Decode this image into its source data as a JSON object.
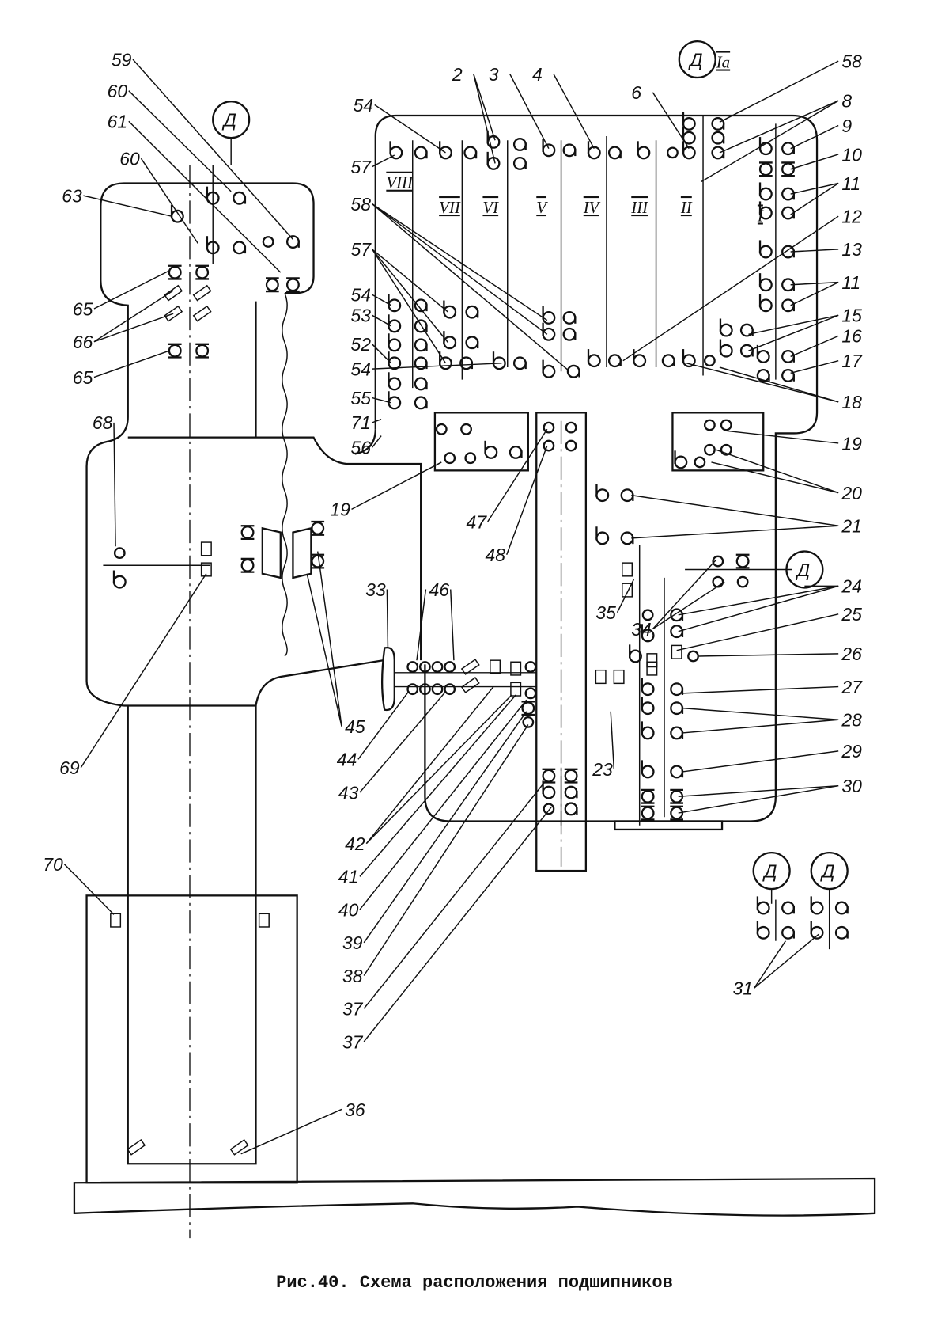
{
  "caption": "Рис.40. Схема расположения подшипников",
  "shaft_marks": [
    "VIII",
    "VII",
    "VI",
    "V",
    "IV",
    "III",
    "II",
    "I",
    "Ia"
  ],
  "drive_marks": [
    "Д",
    "Д",
    "Д",
    "Д",
    "Д"
  ],
  "callouts": [
    "59",
    "60",
    "61",
    "60",
    "63",
    "65",
    "66",
    "65",
    "68",
    "69",
    "70",
    "36",
    "33",
    "46",
    "45",
    "44",
    "43",
    "42",
    "41",
    "40",
    "39",
    "38",
    "37",
    "37",
    "23",
    "35",
    "34",
    "47",
    "48",
    "19",
    "19",
    "20",
    "21",
    "24",
    "25",
    "26",
    "27",
    "28",
    "29",
    "30",
    "31",
    "58",
    "8",
    "9",
    "10",
    "11",
    "12",
    "13",
    "11",
    "15",
    "16",
    "17",
    "18",
    "6",
    "4",
    "3",
    "2",
    "54",
    "57",
    "58",
    "57",
    "54",
    "53",
    "52",
    "54",
    "55",
    "71",
    "56"
  ],
  "colors": {
    "ink": "#111111",
    "paper": "#ffffff"
  }
}
